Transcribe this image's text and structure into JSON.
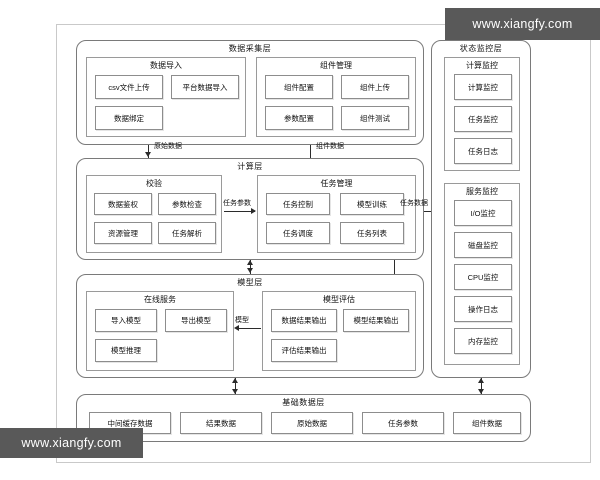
{
  "watermarks": {
    "top_right": "www.xiangfy.com",
    "bottom_left": "www.xiangfy.com"
  },
  "diagram": {
    "type": "layered-architecture",
    "layers": [
      {
        "id": "data-collection",
        "title": "数据采集层",
        "groups": [
          {
            "id": "data-import",
            "title": "数据导入",
            "cells": [
              "csv文件上传",
              "平台数据导入",
              "数据绑定"
            ]
          },
          {
            "id": "component-management",
            "title": "组件管理",
            "cells": [
              "组件配置",
              "组件上传",
              "参数配置",
              "组件测试"
            ]
          }
        ]
      },
      {
        "id": "compute",
        "title": "计算层",
        "groups": [
          {
            "id": "verification",
            "title": "校验",
            "cells": [
              "数据鉴权",
              "参数检查",
              "资源管理",
              "任务解析"
            ]
          },
          {
            "id": "task-management",
            "title": "任务管理",
            "cells": [
              "任务控制",
              "模型训练",
              "任务调度",
              "任务列表"
            ]
          }
        ]
      },
      {
        "id": "model",
        "title": "模型层",
        "groups": [
          {
            "id": "online-service",
            "title": "在线服务",
            "cells": [
              "导入模型",
              "导出模型",
              "模型推理"
            ]
          },
          {
            "id": "model-evaluation",
            "title": "模型评估",
            "cells": [
              "数据结果输出",
              "模型结果输出",
              "评估结果输出"
            ]
          }
        ]
      },
      {
        "id": "base-data",
        "title": "基础数据层",
        "cells": [
          "中间缓存数据",
          "结果数据",
          "原始数据",
          "任务参数",
          "组件数据"
        ]
      },
      {
        "id": "status-monitor",
        "title": "状态监控层",
        "groups": [
          {
            "id": "compute-monitor",
            "title": "计算监控",
            "cells": [
              "计算监控",
              "任务监控",
              "任务日志"
            ]
          },
          {
            "id": "service-monitor",
            "title": "服务监控",
            "cells": [
              "I/O监控",
              "磁盘监控",
              "CPU监控",
              "操作日志",
              "内存监控"
            ]
          }
        ]
      }
    ],
    "edges": [
      {
        "id": "raw-data",
        "label": "原始数据"
      },
      {
        "id": "component-data",
        "label": "组件数据"
      },
      {
        "id": "task-params",
        "label": "任务参数"
      },
      {
        "id": "task-data",
        "label": "任务数据"
      },
      {
        "id": "model",
        "label": "模型"
      }
    ]
  },
  "colors": {
    "layer_border": "#7a7a7a",
    "group_border": "#9a9a9a",
    "cell_border": "#8d8d8d",
    "connector": "#2b2b2b",
    "watermark_bg": "#595959",
    "frame_border": "#c9c9c9"
  }
}
